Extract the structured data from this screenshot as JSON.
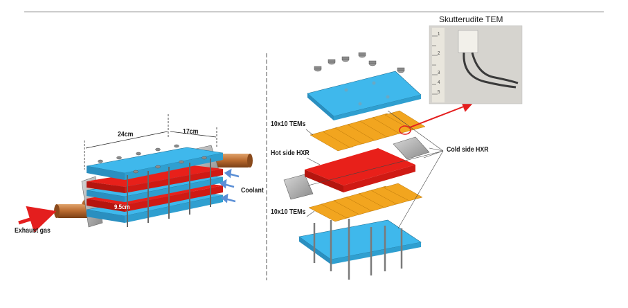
{
  "dimensions": {
    "width": "24cm",
    "depth": "17cm",
    "height": "9.5cm"
  },
  "labels": {
    "exhaust_gas": "Exhaust gas",
    "coolant": "Coolant",
    "tems_top": "10x10 TEMs",
    "hot_side_hxr": "Hot side HXR",
    "tems_bottom": "10x10 TEMs",
    "cold_side_hxr": "Cold side HXR",
    "photo_title": "Skutterudite TEM"
  },
  "colors": {
    "cold_plate": "#3fb8ec",
    "hot_plate": "#e8201a",
    "tem_strip": "#f2a51f",
    "bracket": "#9a9a9a",
    "pipe": "#c0763a",
    "arrow_red": "#e41e1e",
    "arrow_blue": "#5b8fd6"
  },
  "photo": {
    "ruler_marks": [
      "1",
      "2",
      "3",
      "4",
      "5"
    ]
  }
}
